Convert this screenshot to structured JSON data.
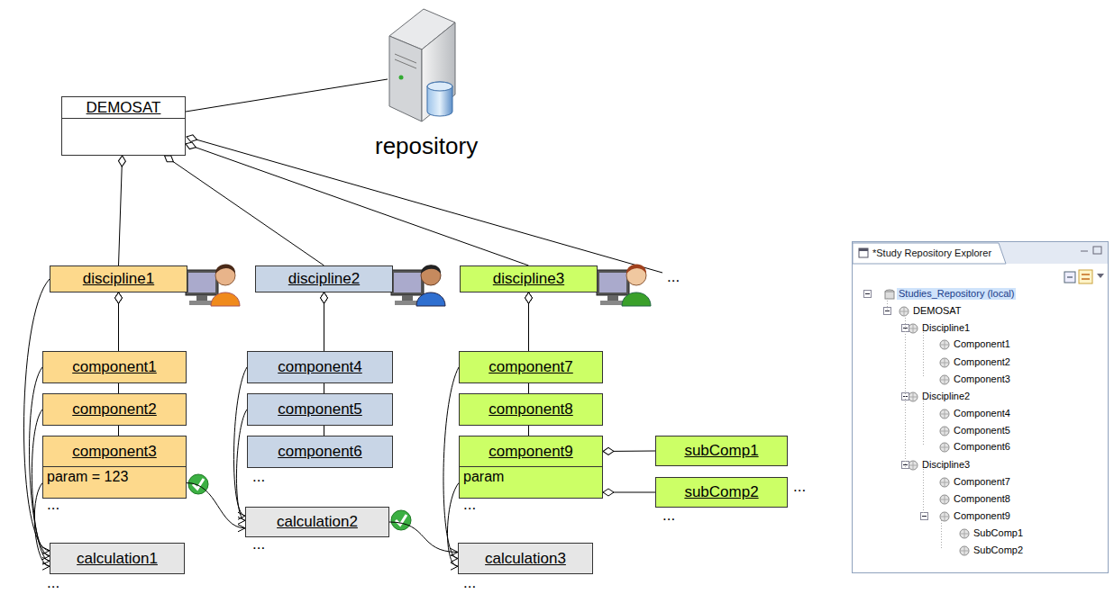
{
  "diagram": {
    "nodes": [
      {
        "text": [
          "DEMOSAT"
        ]
      },
      {
        "text": [
          "discipline1"
        ]
      },
      {
        "text": [
          "discipline2"
        ]
      },
      {
        "text": [
          "discipline3"
        ]
      },
      {
        "text": [
          "component1"
        ]
      },
      {
        "text": [
          "component2"
        ]
      },
      {
        "text": [
          "component3",
          "param = 123"
        ]
      },
      {
        "text": [
          "component4"
        ]
      },
      {
        "text": [
          "component5"
        ]
      },
      {
        "text": [
          "component6"
        ]
      },
      {
        "text": [
          "component7"
        ]
      },
      {
        "text": [
          "component8"
        ]
      },
      {
        "text": [
          "component9",
          "param"
        ]
      },
      {
        "text": [
          "subComp1"
        ]
      },
      {
        "text": [
          "subComp2"
        ]
      },
      {
        "text": [
          "calculation1"
        ]
      },
      {
        "text": [
          "calculation2"
        ]
      },
      {
        "text": [
          "calculation3"
        ]
      }
    ],
    "edges": [
      {
        "from": 1,
        "to": 0,
        "arrow": "to"
      },
      {
        "from": 2,
        "to": 0,
        "arrow": "to"
      },
      {
        "from": 3,
        "to": 0,
        "arrow": "to"
      },
      {
        "from": 4,
        "to": 1,
        "arrow": "to"
      },
      {
        "from": 5,
        "to": 1,
        "arrow": "to"
      },
      {
        "from": 6,
        "to": 1,
        "arrow": "to"
      },
      {
        "from": 7,
        "to": 2,
        "arrow": "to"
      },
      {
        "from": 8,
        "to": 2,
        "arrow": "to"
      },
      {
        "from": 9,
        "to": 2,
        "arrow": "to"
      },
      {
        "from": 10,
        "to": 3,
        "arrow": "to"
      },
      {
        "from": 11,
        "to": 3,
        "arrow": "to"
      },
      {
        "from": 12,
        "to": 3,
        "arrow": "to"
      },
      {
        "from": 13,
        "to": 12,
        "arrow": "to"
      },
      {
        "from": 14,
        "to": 12,
        "arrow": "to"
      },
      {
        "from": 1,
        "to": 15,
        "arrow": "to"
      },
      {
        "from": 4,
        "to": 15,
        "arrow": "to"
      },
      {
        "from": 5,
        "to": 15,
        "arrow": "to"
      },
      {
        "from": 6,
        "to": 15,
        "arrow": "to"
      },
      {
        "from": 6,
        "to": 16,
        "arrow": "to"
      },
      {
        "from": 7,
        "to": 16,
        "arrow": "to"
      },
      {
        "from": 8,
        "to": 16,
        "arrow": "to"
      },
      {
        "from": 16,
        "to": 17,
        "arrow": "to"
      },
      {
        "from": 10,
        "to": 17,
        "arrow": "to"
      },
      {
        "from": 12,
        "to": 17,
        "arrow": "to"
      }
    ],
    "labels": [
      "repository",
      "...",
      "...",
      "...",
      "...",
      "...",
      "...",
      "...",
      "...",
      "...",
      "*Study Repository Explorer",
      "Studies_Repository (local)",
      "DEMOSAT",
      "Discipline1",
      "Component1",
      "Component2",
      "Component3",
      "Discipline2",
      "Component4",
      "Component5",
      "Component6",
      "Discipline3",
      "Component7",
      "Component8",
      "Component9",
      "SubComp1",
      "SubComp2"
    ]
  }
}
